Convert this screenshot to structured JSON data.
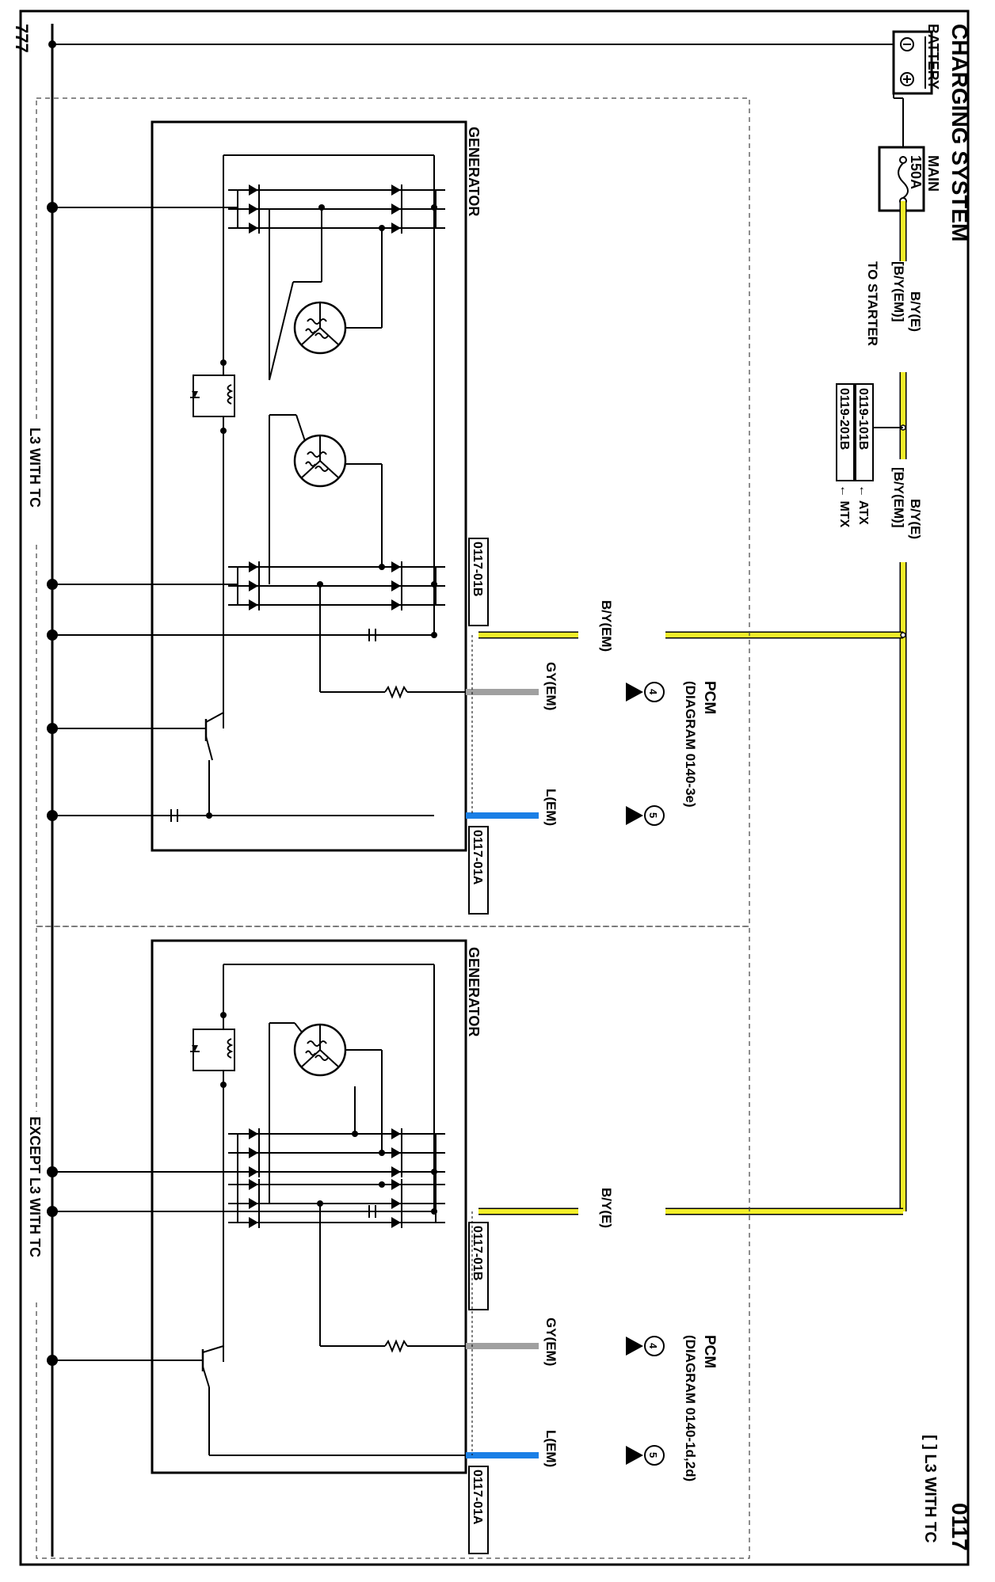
{
  "page": {
    "title": "CHARGING SYSTEM",
    "number": "0117",
    "ground_label": "777",
    "legend_note": "[ ] L3 WITH TC"
  },
  "power": {
    "battery_label": "BATTERY",
    "fuse_label": "MAIN",
    "fuse_rating": "150A",
    "wire_by_left": "B/Y(E)",
    "wire_byem_left": "[B/Y(EM)]",
    "to_starter": "TO STARTER",
    "conn_atx": "0119-101B",
    "conn_mtx": "0119-201B",
    "atx": "← ATX",
    "mtx": "← MTX",
    "wire_by_right": "B/Y(E)",
    "wire_byem_right": "[B/Y(EM)]"
  },
  "section_a": {
    "label": "L3 WITH TC",
    "generator": "GENERATOR",
    "conn_b": "0117-01B",
    "conn_a": "0117-01A",
    "wire_b": "B/Y(EM)",
    "wire_gy": "GY(EM)",
    "wire_l": "L(EM)",
    "pcm": "PCM",
    "pcm_ref": "(DIAGRAM 0140-3e)",
    "pin4": "4",
    "pin5": "5"
  },
  "section_b": {
    "label": "EXCEPT L3 WITH TC",
    "generator": "GENERATOR",
    "conn_b": "0117-01B",
    "conn_a": "0117-01A",
    "wire_b": "B/Y(E)",
    "wire_gy": "GY(EM)",
    "wire_l": "L(EM)",
    "pcm": "PCM",
    "pcm_ref": "(DIAGRAM 0140-1d,2d)",
    "pin4": "4",
    "pin5": "5"
  },
  "colors": {
    "yellow_wire": "#f2ee2a",
    "gray_wire": "#a0a0a0",
    "blue_wire": "#1a7fe6",
    "line": "#000000"
  }
}
